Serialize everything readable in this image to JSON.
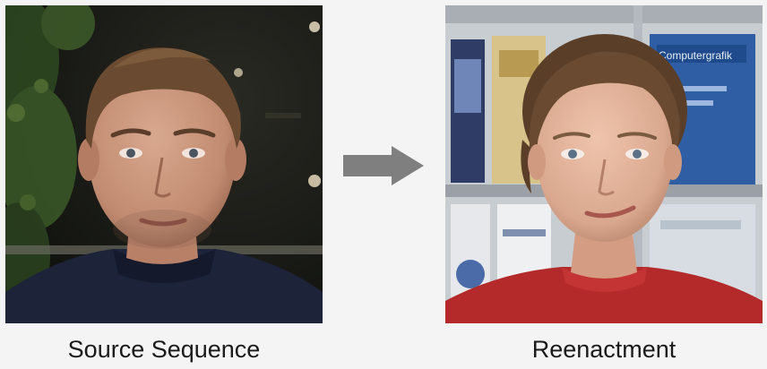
{
  "source": {
    "caption": "Source Sequence"
  },
  "target": {
    "caption": "Reenactment",
    "book_cover_text": "Computergrafik"
  },
  "colors": {
    "background": "#f4f4f4",
    "arrow": "#7f7f7f"
  },
  "icons": {
    "arrow": "right-arrow-icon"
  }
}
